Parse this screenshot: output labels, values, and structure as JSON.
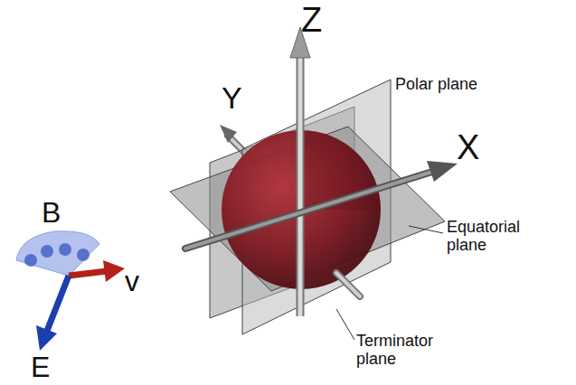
{
  "diagram": {
    "labels": [
      "Z",
      "Y",
      "X",
      "Polar plane",
      "Equatorial plane",
      "Terminator plane",
      "B",
      "v",
      "E"
    ]
  }
}
